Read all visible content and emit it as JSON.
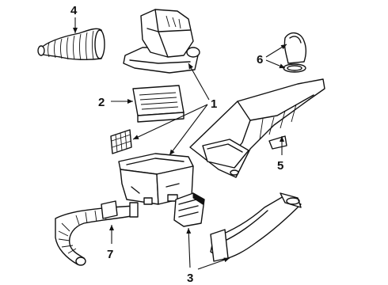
{
  "callouts": {
    "c1": "1",
    "c2": "2",
    "c3": "3",
    "c4": "4",
    "c5": "5",
    "c6": "6",
    "c7": "7"
  },
  "colors": {
    "line": "#111111",
    "background": "#ffffff"
  }
}
